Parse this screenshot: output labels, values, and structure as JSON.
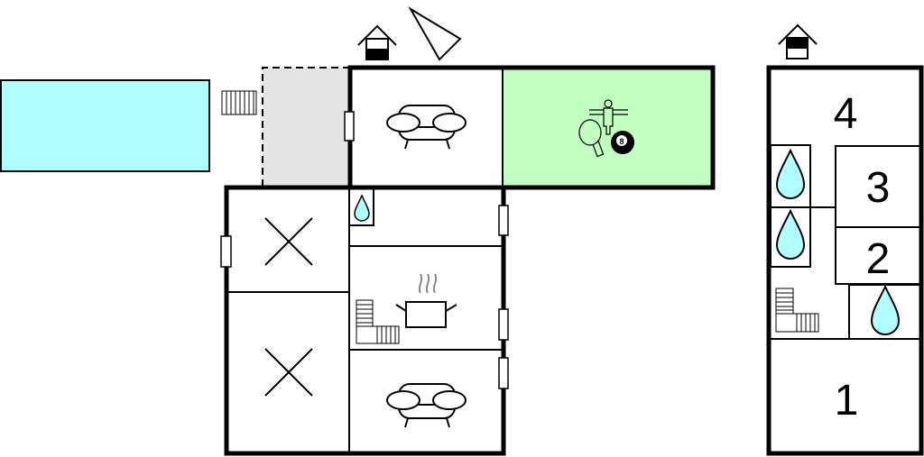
{
  "colors": {
    "pool": "#b0ffff",
    "terrace": "#e4e4e4",
    "games_room": "#c0ffc0",
    "water": "#b0ffff",
    "wall": "#000000"
  },
  "left_building": {
    "icons": [
      "house-entrance-icon",
      "compass-north-icon",
      "pool",
      "pool-steps-icon",
      "sofa-icon",
      "games-icon",
      "billiard-ball-icon",
      "bathroom-drop-icon",
      "kitchen-pot-icon",
      "stairs-icon",
      "bedroom-x-icon"
    ],
    "billiard_ball_number": "8"
  },
  "right_building": {
    "rooms": [
      {
        "label": "4"
      },
      {
        "label": "3"
      },
      {
        "label": "2"
      },
      {
        "label": "1"
      }
    ]
  }
}
